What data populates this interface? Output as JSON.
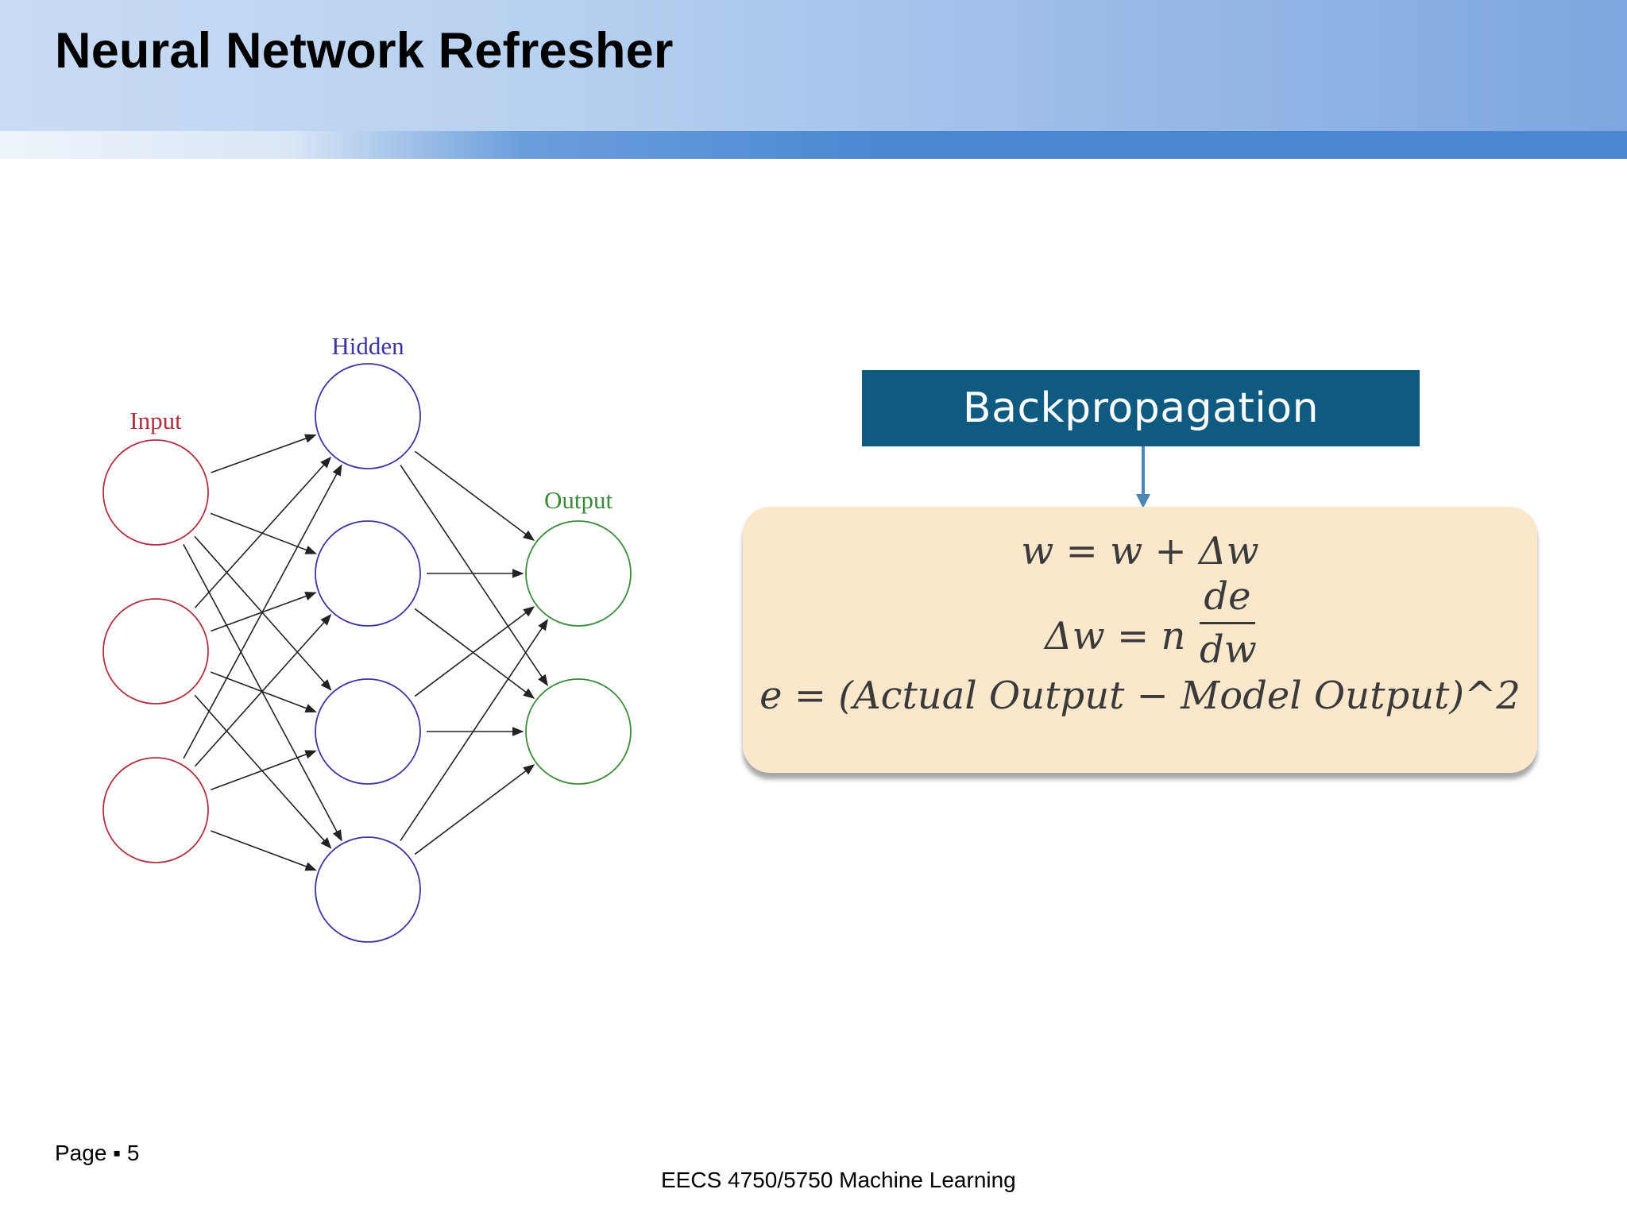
{
  "slide": {
    "title": "Neural Network Refresher"
  },
  "network": {
    "labels": {
      "input": "Input",
      "hidden": "Hidden",
      "output": "Output"
    },
    "layers": {
      "input": 3,
      "hidden": 4,
      "output": 2
    },
    "colors": {
      "input": "#b03040",
      "hidden": "#3c35a0",
      "output": "#3a8a3a",
      "edge": "#222222"
    }
  },
  "backprop": {
    "header": "Backpropagation",
    "eq1": "w = w + Δw",
    "eq2_lhs": "Δw = n",
    "eq2_num": "de",
    "eq2_den": "dw",
    "eq3": "e = (Actual Output  − Model Output)^2"
  },
  "footer": {
    "page": "Page ▪ 5",
    "course": "EECS 4750/5750 Machine Learning"
  }
}
